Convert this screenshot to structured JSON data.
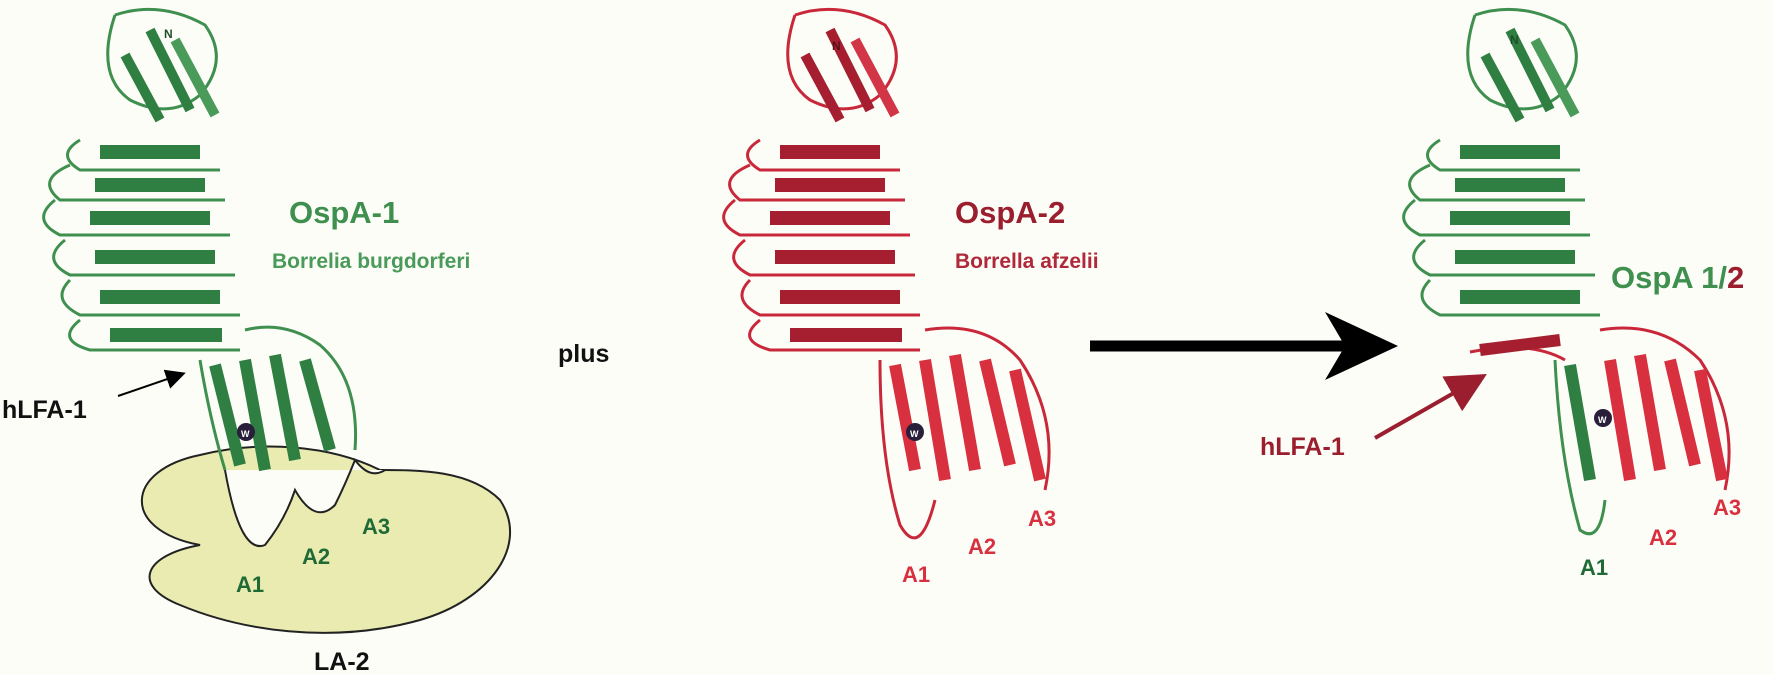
{
  "colors": {
    "background": "#fdfdf8",
    "ospa1_green": "#3f8f4f",
    "ospa1_green_dark": "#1f6a35",
    "ospa2_red": "#c8283a",
    "ospa2_red_dark": "#8e1a2a",
    "antibody_fill": "#e9ebb0",
    "arrow_black": "#000000",
    "hlfa_red": "#9b1e2e",
    "tryptophan": "#2a1f3a"
  },
  "icons": {
    "arrow": "right-arrow-icon",
    "residue_marker": "tryptophan-marker-icon"
  },
  "panel_1": {
    "protein_name": "OspA-1",
    "species": "Borrelia burgdorferi",
    "epitope_label": "hLFA-1",
    "loops": [
      "A1",
      "A2",
      "A3"
    ],
    "antibody_label": "LA-2",
    "n_terminus": "N",
    "residue_marker": "W"
  },
  "connector_text": "plus",
  "panel_2": {
    "protein_name": "OspA-2",
    "species": "Borrella afzelii",
    "loops": [
      "A1",
      "A2",
      "A3"
    ],
    "n_terminus": "N",
    "residue_marker": "W"
  },
  "panel_3": {
    "protein_name_prefix": "OspA 1/",
    "protein_name_suffix": "2",
    "epitope_label": "hLFA-1",
    "loops": [
      "A1",
      "A2",
      "A3"
    ],
    "n_terminus": "N",
    "residue_marker": "W"
  }
}
